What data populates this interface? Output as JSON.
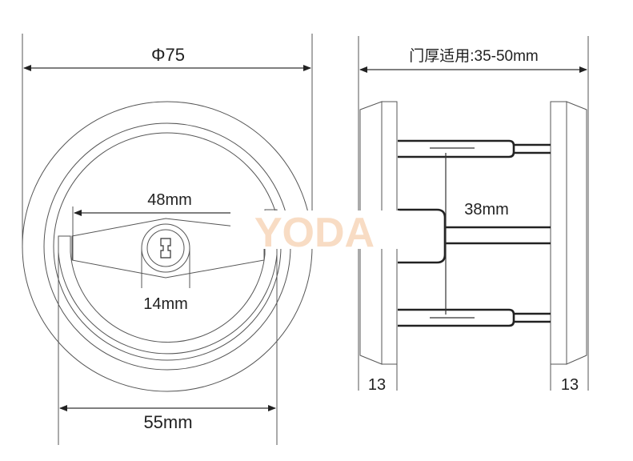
{
  "front_view": {
    "diameter_label": "Φ75",
    "handle_width_label": "48mm",
    "cylinder_label": "14mm",
    "ring_width_label": "55mm"
  },
  "side_view": {
    "door_thickness_label": "门厚适用:35-50mm",
    "spindle_spacing_label": "38mm",
    "left_rose_label": "13",
    "right_rose_label": "13"
  },
  "watermark": {
    "text": "YODA",
    "color": "#f8dcc4"
  }
}
